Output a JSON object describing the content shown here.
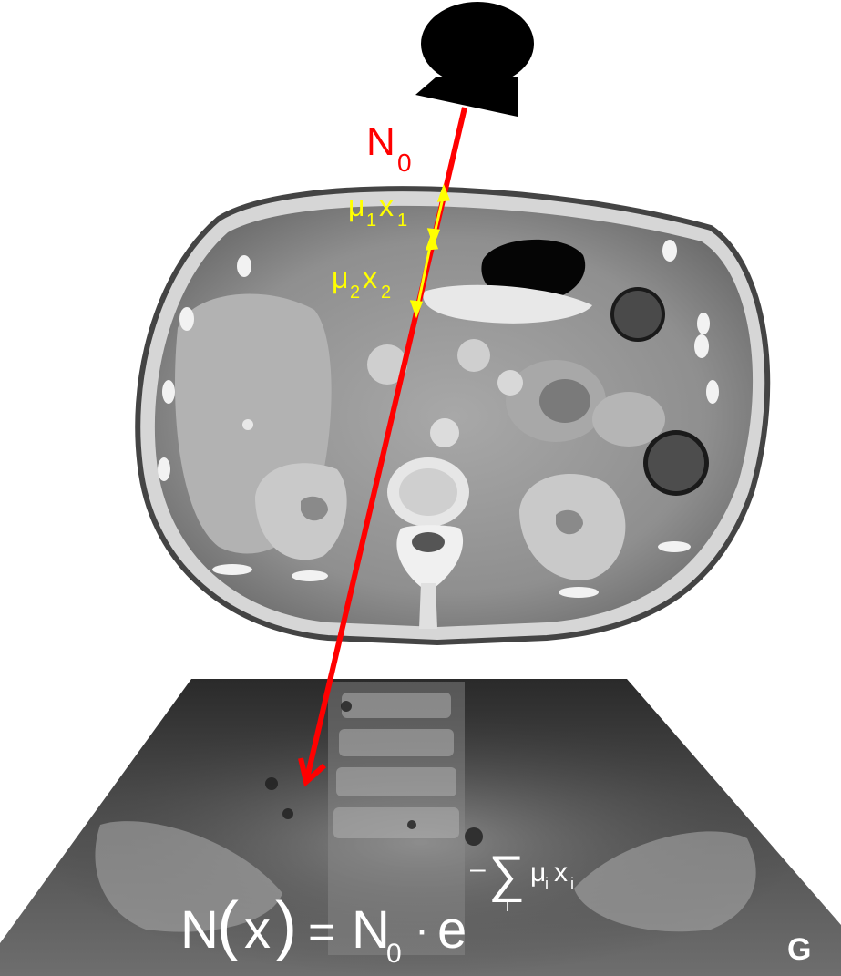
{
  "source_label": {
    "base": "N",
    "sub": "0"
  },
  "segment_1": {
    "mu": "μ",
    "mu_sub": "1",
    "x": "x",
    "x_sub": "1"
  },
  "segment_2": {
    "mu": "μ",
    "mu_sub": "2",
    "x": "x",
    "x_sub": "2"
  },
  "detector_corner_mark": "G",
  "formula": {
    "lhs": "N",
    "lparen": "(",
    "arg": "x",
    "rparen": ")",
    "equals": "=",
    "n": "N",
    "n_sub": "0",
    "dot": "·",
    "e": "e",
    "minus": "–",
    "sum": "∑",
    "sum_index": "i",
    "mu": "μ",
    "mu_sub": "i",
    "x": "x",
    "x_sub": "i"
  },
  "colors": {
    "beam": "#ff0000",
    "attenuation_markers": "#ffff00",
    "source": "#000000",
    "formula_text": "#ffffff",
    "ct_background": "#bfbfbf"
  }
}
